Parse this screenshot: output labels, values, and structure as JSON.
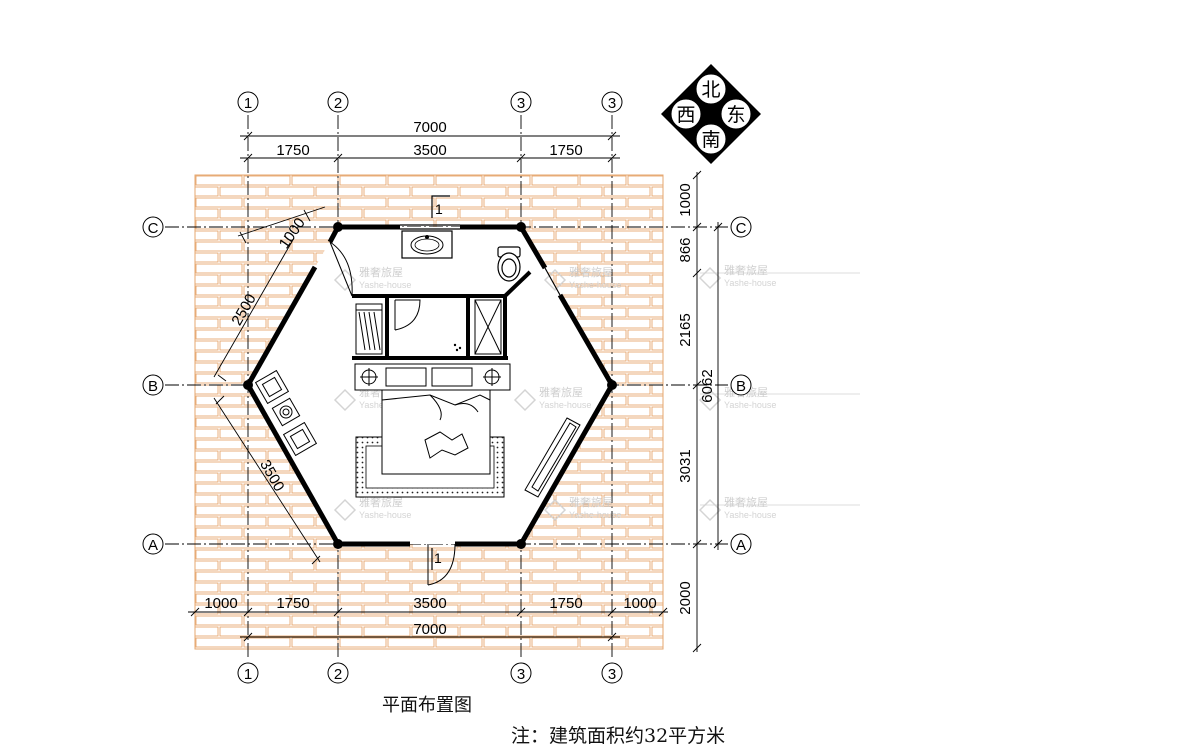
{
  "title": "平面布置图",
  "note": "注：建筑面积约32平方米",
  "compass": {
    "north": "北",
    "south": "南",
    "east": "东",
    "west": "西"
  },
  "axes": {
    "a1": "1",
    "a2": "2",
    "a3a": "3",
    "a3b": "3",
    "rA": "A",
    "rB": "B",
    "rC": "C"
  },
  "section_mark": "1",
  "watermark": {
    "brand": "雅奢旅屋",
    "sub": "Yashe-house"
  },
  "dims_top": {
    "total": "7000",
    "left": "1750",
    "mid": "3500",
    "right": "1750"
  },
  "dims_bottom": {
    "left_ext": "1000",
    "left": "1750",
    "mid": "3500",
    "right": "1750",
    "right_ext": "1000",
    "total": "7000"
  },
  "dims_right": {
    "top": "1000",
    "c_seg": "866",
    "upper": "2165",
    "lower": "3031",
    "total": "6062",
    "bottom": "2000"
  },
  "dims_slant": {
    "short": "1000",
    "upper": "2500",
    "lower": "3500"
  }
}
